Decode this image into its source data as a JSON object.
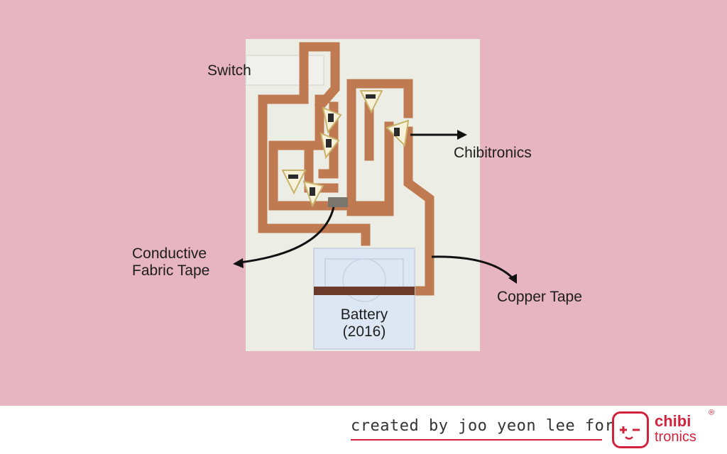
{
  "photo": {
    "background_color": "#e7b4c2",
    "card_color": "#eceee6",
    "copper_color": "#c07a52",
    "battery_color": "#dde6f3"
  },
  "labels": {
    "switch": "Switch",
    "chibitronics": "Chibitronics",
    "conductive_fabric_tape": [
      "Conductive",
      "Fabric Tape"
    ],
    "copper_tape": "Copper Tape",
    "battery": [
      "Battery",
      "(2016)"
    ]
  },
  "footer": {
    "credit": "created by joo yeon lee for",
    "brand_line1": "chibi",
    "brand_line2": "tronics",
    "registered_mark": "®",
    "brand_color": "#d2233c"
  }
}
